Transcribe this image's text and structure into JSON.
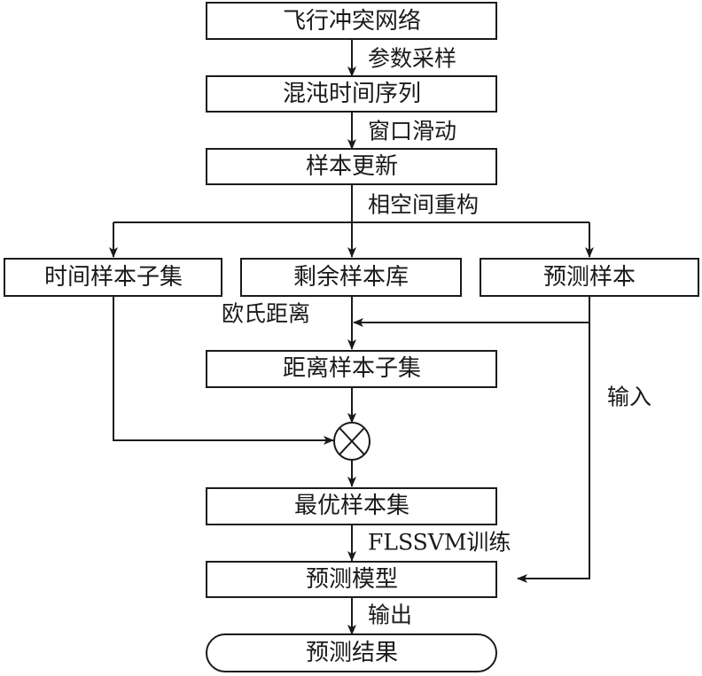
{
  "diagram": {
    "title": "",
    "nodes": [
      {
        "id": "flight-conflict-network",
        "label": "飞行冲突网络",
        "shape": "rect"
      },
      {
        "id": "chaotic-time-series",
        "label": "混沌时间序列",
        "shape": "rect"
      },
      {
        "id": "sample-update",
        "label": "样本更新",
        "shape": "rect"
      },
      {
        "id": "time-sample-subset",
        "label": "时间样本子集",
        "shape": "rect"
      },
      {
        "id": "remaining-sample-library",
        "label": "剩余样本库",
        "shape": "rect"
      },
      {
        "id": "prediction-sample",
        "label": "预测样本",
        "shape": "rect"
      },
      {
        "id": "distance-sample-subset",
        "label": "距离样本子集",
        "shape": "rect"
      },
      {
        "id": "intersection-operator",
        "label": "⊗",
        "shape": "circle"
      },
      {
        "id": "optimal-sample-set",
        "label": "最优样本集",
        "shape": "rect"
      },
      {
        "id": "prediction-model",
        "label": "预测模型",
        "shape": "rect"
      },
      {
        "id": "prediction-result",
        "label": "预测结果",
        "shape": "terminal"
      }
    ],
    "edges": [
      {
        "from": "flight-conflict-network",
        "to": "chaotic-time-series",
        "label": "参数采样"
      },
      {
        "from": "chaotic-time-series",
        "to": "sample-update",
        "label": "窗口滑动"
      },
      {
        "from": "sample-update",
        "to": [
          "time-sample-subset",
          "remaining-sample-library",
          "prediction-sample"
        ],
        "label": "相空间重构"
      },
      {
        "from": [
          "remaining-sample-library",
          "prediction-sample"
        ],
        "to": "distance-sample-subset",
        "label": "欧氏距离"
      },
      {
        "from": "distance-sample-subset",
        "to": "intersection-operator",
        "label": ""
      },
      {
        "from": "time-sample-subset",
        "to": "intersection-operator",
        "label": ""
      },
      {
        "from": "intersection-operator",
        "to": "optimal-sample-set",
        "label": ""
      },
      {
        "from": "optimal-sample-set",
        "to": "prediction-model",
        "label": "FLSSVM训练"
      },
      {
        "from": "prediction-sample",
        "to": "prediction-model",
        "label": "输入"
      },
      {
        "from": "prediction-model",
        "to": "prediction-result",
        "label": "输出"
      }
    ]
  }
}
